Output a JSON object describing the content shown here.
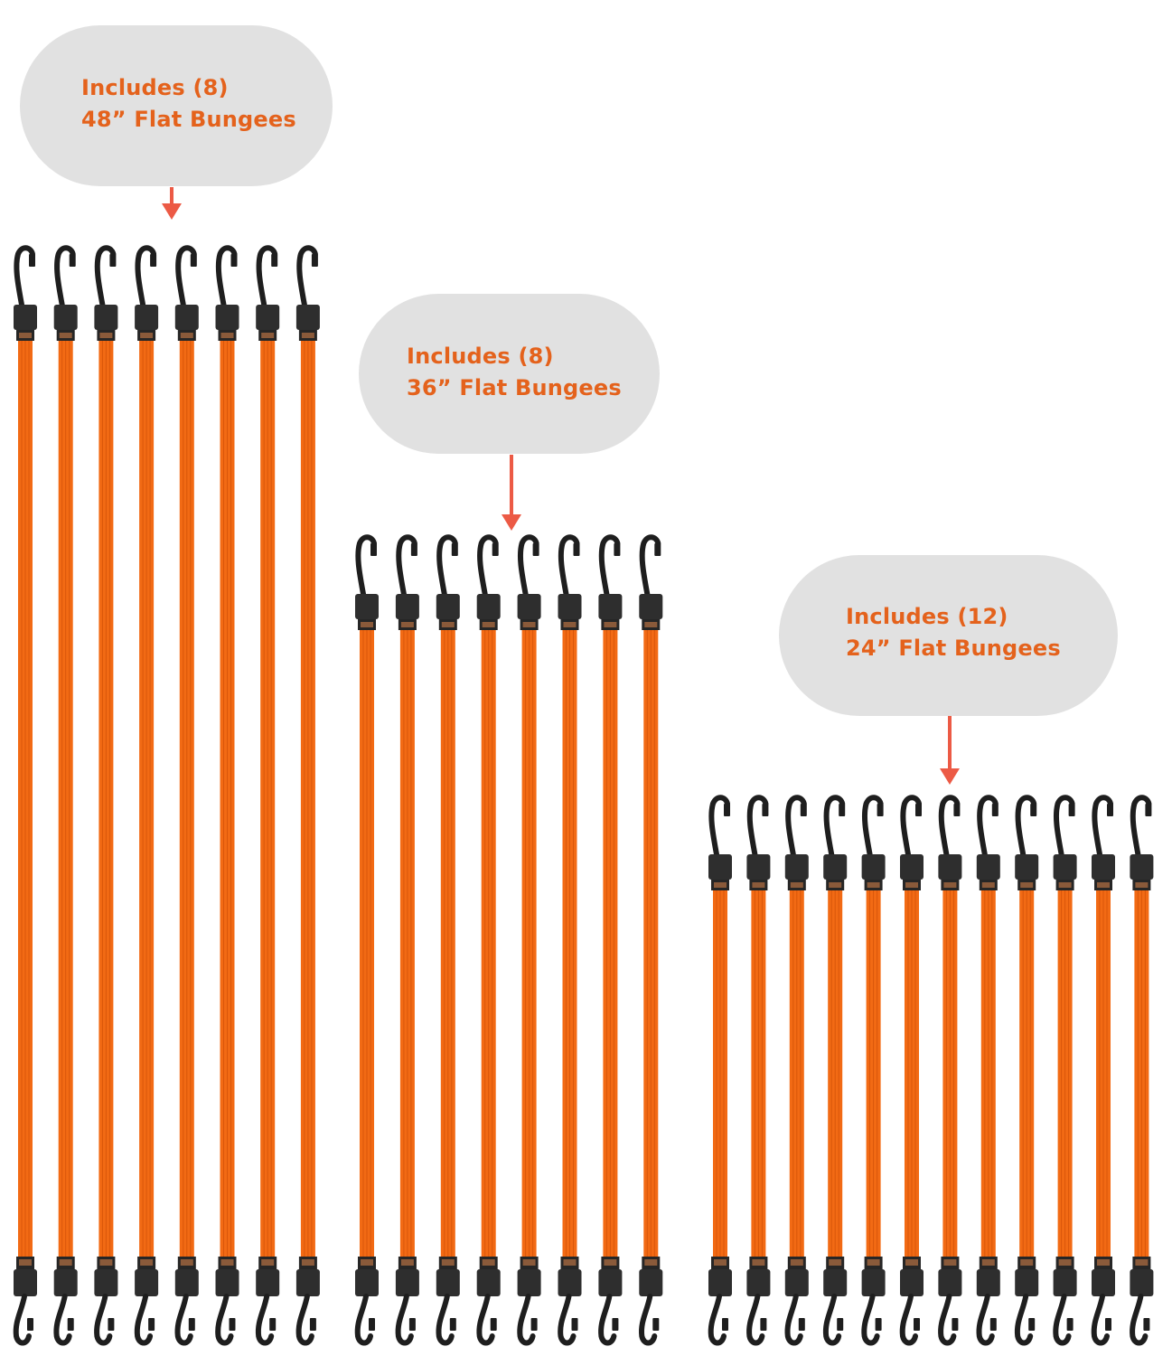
{
  "colors": {
    "strap": "#f26a14",
    "strap_rib": "#d9560a",
    "hook": "#1e1e1e",
    "cap": "#2e2e2e",
    "label_text": "#e4621c",
    "bubble": "#e1e1e1",
    "arrow": "#ec5a45"
  },
  "groups": [
    {
      "line1": "Includes (8)",
      "line2": "48” Flat Bungees",
      "count": 8,
      "length_in": 48
    },
    {
      "line1": "Includes (8)",
      "line2": "36” Flat Bungees",
      "count": 8,
      "length_in": 36
    },
    {
      "line1": "Includes (12)",
      "line2": "24” Flat Bungees",
      "count": 12,
      "length_in": 24
    }
  ]
}
